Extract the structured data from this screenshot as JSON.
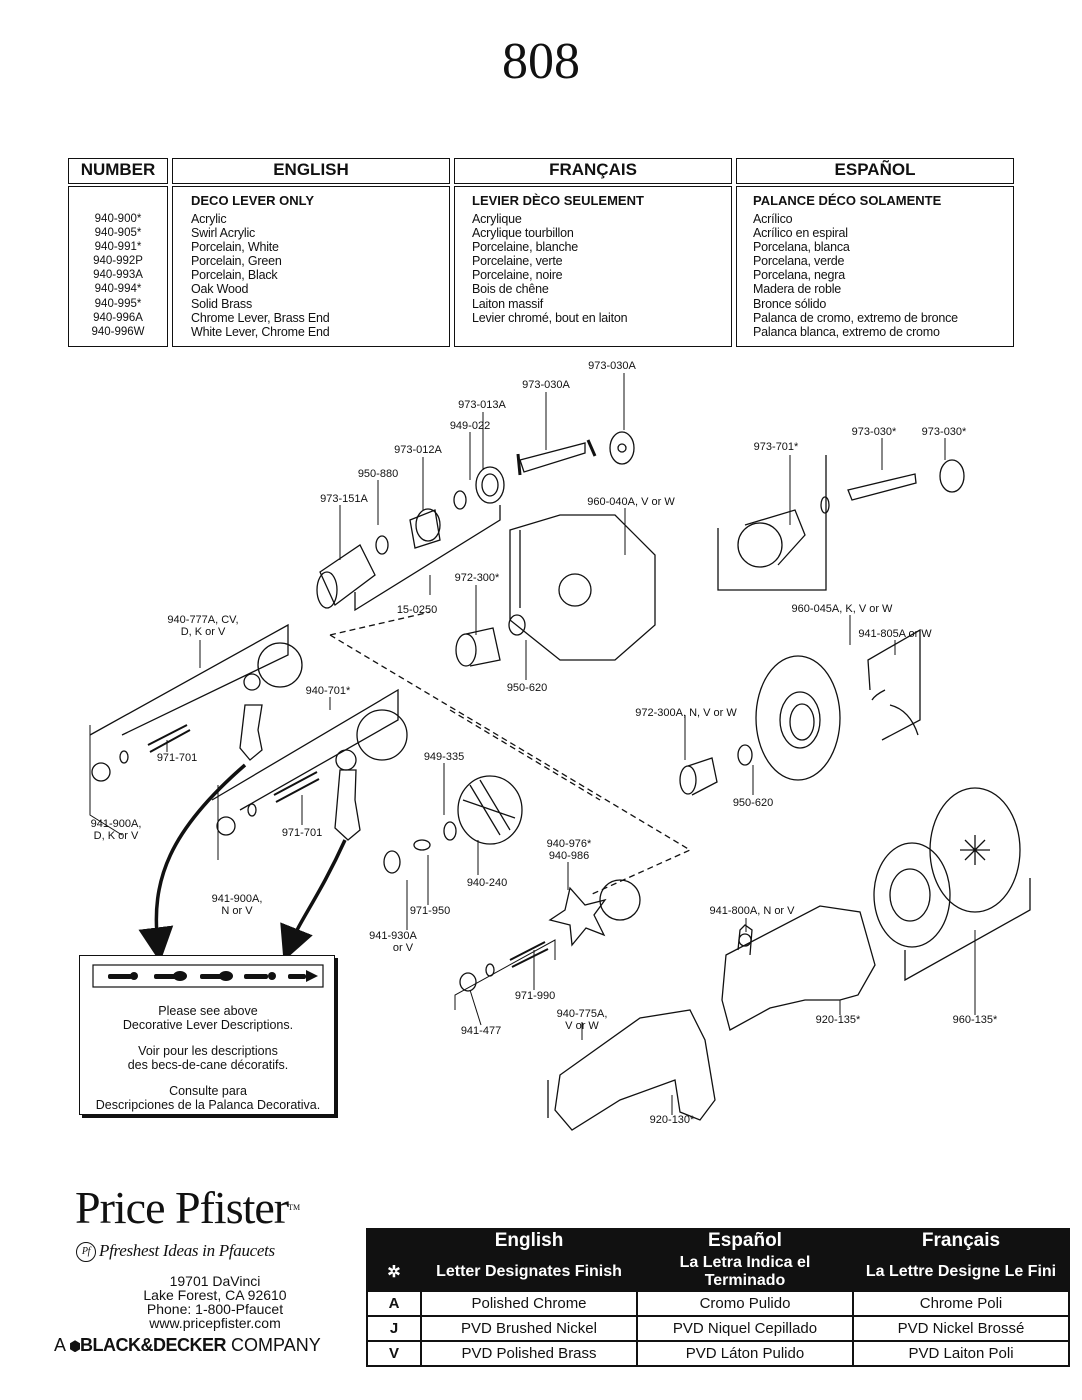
{
  "page_title": "808",
  "parts_table": {
    "headers": {
      "number": "NUMBER",
      "english": "ENGLISH",
      "francais": "FRANÇAIS",
      "espanol": "ESPAÑOL"
    },
    "section_titles": {
      "english": "DECO LEVER ONLY",
      "francais": "LEVIER DÈCO SEULEMENT",
      "espanol": "PALANCE DÉCO SOLAMENTE"
    },
    "numbers": [
      "940-900*",
      "940-905*",
      "940-991*",
      "940-992P",
      "940-993A",
      "940-994*",
      "940-995*",
      "940-996A",
      "940-996W"
    ],
    "english": [
      "Acrylic",
      "Swirl Acrylic",
      "Porcelain, White",
      "Porcelain, Green",
      "Porcelain, Black",
      "Oak Wood",
      "Solid Brass",
      "Chrome Lever, Brass End",
      "White Lever, Chrome End"
    ],
    "francais": [
      "Acrylique",
      "Acrylique tourbillon",
      "Porcelaine, blanche",
      "Porcelaine, verte",
      "Porcelaine, noire",
      "Bois de chêne",
      "Laiton massif",
      "Levier chromé, bout en laiton"
    ],
    "espanol": [
      "Acrílico",
      "Acrílico en espiral",
      "Porcelana, blanca",
      "Porcelana, verde",
      "Porcelana, negra",
      "Madera de roble",
      "Bronce sólido",
      "Palanca de cromo, extremo de bronce",
      "Palanca blanca, extremo de cromo"
    ]
  },
  "part_labels": {
    "p973_030A_a": "973-030A",
    "p973_030A_b": "973-030A",
    "p973_013A": "973-013A",
    "p949_022": "949-022",
    "p973_012A": "973-012A",
    "p950_880": "950-880",
    "p973_151A": "973-151A",
    "p15_0250": "15-0250",
    "p960_040A": "960-040A, V or W",
    "p972_300": "972-300*",
    "p950_620_a": "950-620",
    "p973_701": "973-701*",
    "p973_030_a": "973-030*",
    "p973_030_b": "973-030*",
    "p960_045A": "960-045A, K, V or W",
    "p941_805A": "941-805A or W",
    "p940_777A": [
      "940-777A, CV,",
      "D, K or V"
    ],
    "p940_701": "940-701*",
    "p971_701_a": "971-701",
    "p941_900A_a": [
      "941-900A,",
      "D, K or V"
    ],
    "p971_701_b": "971-701",
    "p941_900A_b": [
      "941-900A,",
      "N or V"
    ],
    "p949_335": "949-335",
    "p972_300A": "972-300A, N, V or W",
    "p950_620_b": "950-620",
    "p940_240": "940-240",
    "p971_950": "971-950",
    "p941_930A": [
      "941-930A",
      "or V"
    ],
    "p940_976": [
      "940-976*",
      "940-986"
    ],
    "p941_800A": "941-800A, N or V",
    "p971_990": "971-990",
    "p941_477": "941-477",
    "p940_775A": [
      "940-775A,",
      "V or W"
    ],
    "p920_135": "920-135*",
    "p960_135": "960-135*",
    "p920_130": "920-130*"
  },
  "lever_note": {
    "english": [
      "Please see above",
      "Decorative Lever Descriptions."
    ],
    "french": [
      "Voir pour les descriptions",
      "des becs-de-cane décoratifs."
    ],
    "spanish": [
      "Consulte para",
      "Descripciones de la Palanca Decorativa."
    ]
  },
  "brand": {
    "logo": "Price Pfister",
    "tm": "TM",
    "tagline": "Pfreshest Ideas in Pfaucets",
    "address": [
      "19701 DaVinci",
      "Lake Forest, CA 92610",
      "Phone: 1-800-Pfaucet",
      "www.pricepfister.com"
    ],
    "parent_prefix": "A",
    "parent_name": "BLACK&DECKER",
    "parent_suffix": "COMPANY"
  },
  "finish_table": {
    "languages": [
      "English",
      "Español",
      "Français"
    ],
    "subheaders": [
      "Letter Designates Finish",
      "La Letra Indica el Terminado",
      "La Lettre Designe Le Fini"
    ],
    "rows": [
      {
        "code": "A",
        "english": "Polished Chrome",
        "espanol": "Cromo Pulido",
        "francais": "Chrome Poli"
      },
      {
        "code": "J",
        "english": "PVD Brushed Nickel",
        "espanol": "PVD Niquel Cepillado",
        "francais": "PVD Nickel Brossé"
      },
      {
        "code": "V",
        "english": "PVD Polished Brass",
        "espanol": "PVD Láton Pulido",
        "francais": "PVD Laiton Poli"
      }
    ]
  }
}
